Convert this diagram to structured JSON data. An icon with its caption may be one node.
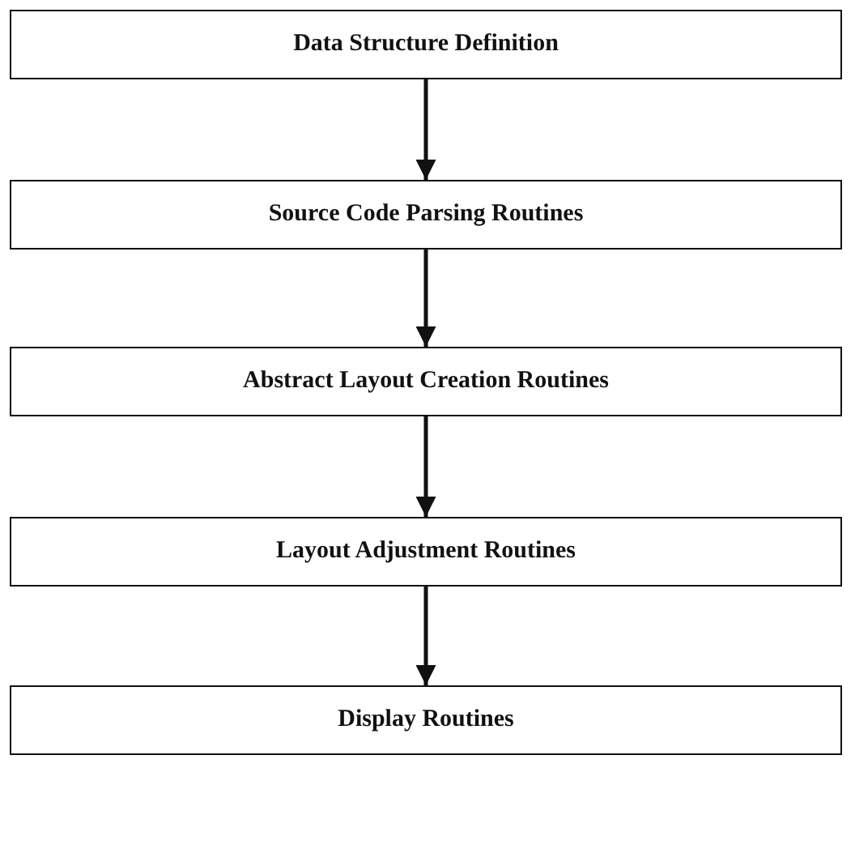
{
  "diagram": {
    "nodes": [
      {
        "text": [
          "Data Structure Definition"
        ]
      },
      {
        "text": [
          "Source Code Parsing Routines"
        ]
      },
      {
        "text": [
          "Abstract Layout Creation Routines"
        ]
      },
      {
        "text": [
          "Layout Adjustment Routines"
        ]
      },
      {
        "text": [
          "Display Routines"
        ]
      }
    ],
    "edges": [
      {
        "from": 0,
        "to": 1,
        "arrow": "to"
      },
      {
        "from": 1,
        "to": 2,
        "arrow": "to"
      },
      {
        "from": 2,
        "to": 3,
        "arrow": "to"
      },
      {
        "from": 3,
        "to": 4,
        "arrow": "to"
      }
    ]
  }
}
